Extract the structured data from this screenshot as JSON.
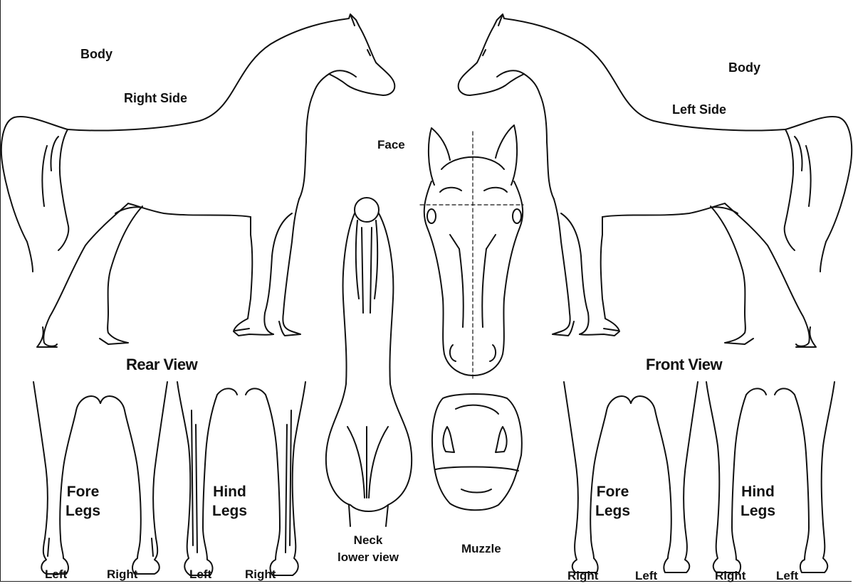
{
  "labels": {
    "body_left": "Body",
    "right_side": "Right Side",
    "body_right": "Body",
    "left_side": "Left Side",
    "face": "Face",
    "rear_view": "Rear View",
    "front_view": "Front View",
    "rear_fore_legs": "Fore\nLegs",
    "rear_hind_legs": "Hind\nLegs",
    "front_fore_legs": "Fore\nLegs",
    "front_hind_legs": "Hind\nLegs",
    "neck_lower_view": "Neck\nlower view",
    "muzzle": "Muzzle",
    "rear_fore_left": "Left",
    "rear_fore_right": "Right",
    "rear_hind_left": "Left",
    "rear_hind_right": "Right",
    "front_fore_right": "Right",
    "front_fore_left": "Left",
    "front_hind_right": "Right",
    "front_hind_left": "Left"
  },
  "colors": {
    "line": "#111111",
    "background": "#ffffff"
  },
  "icons": {
    "horse_right_side": "horse-side-outline",
    "horse_left_side": "horse-side-outline-mirrored",
    "face": "horse-face-outline",
    "neck": "horse-neck-lower-outline",
    "muzzle": "horse-muzzle-outline",
    "legs": "horse-leg-pair-outline"
  }
}
